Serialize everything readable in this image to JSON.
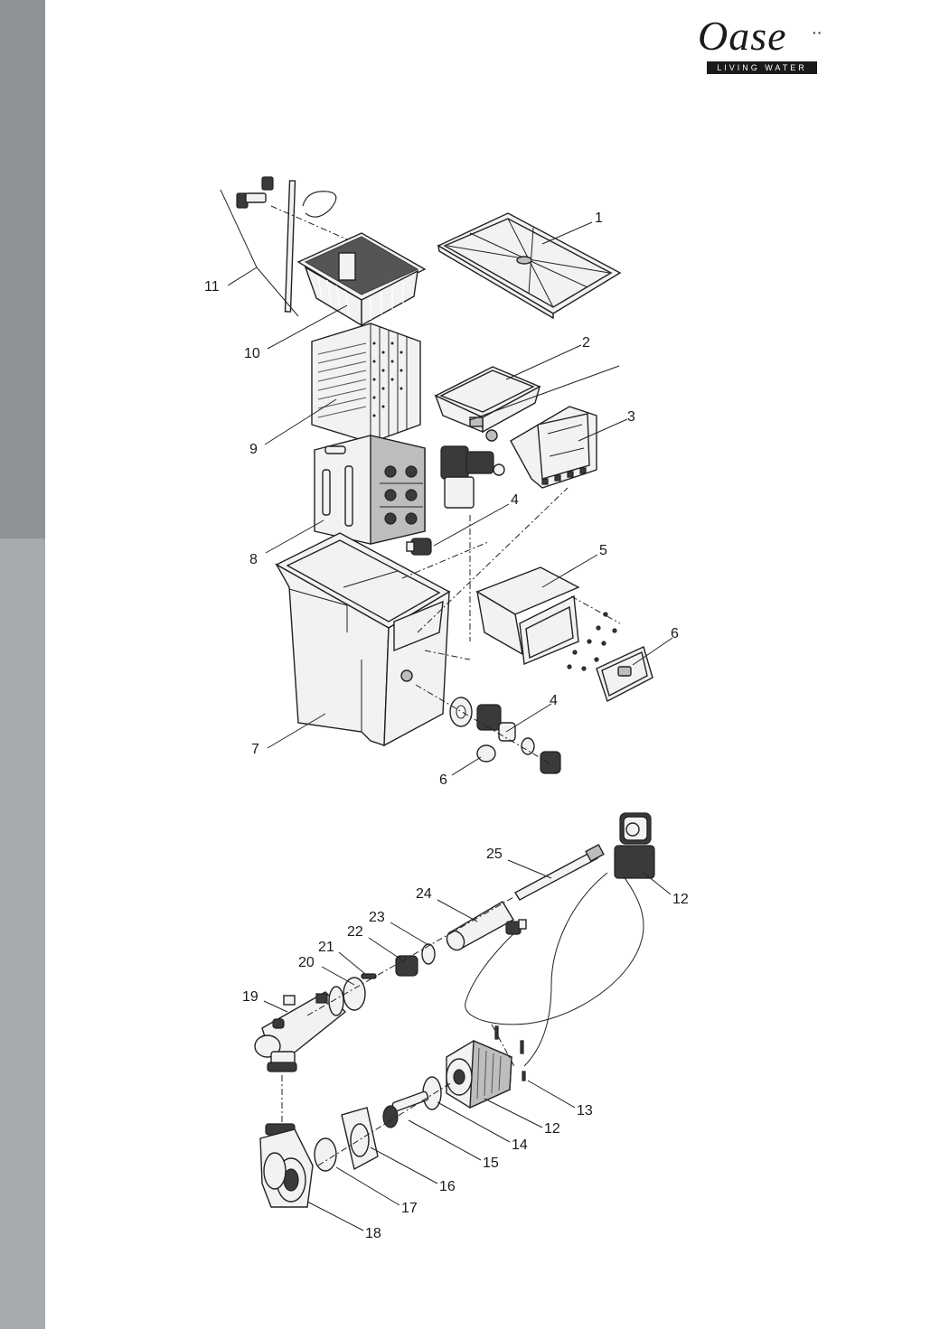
{
  "colors": {
    "side_band_top": "#8e9294",
    "side_band_bottom": "#a6aaac",
    "line": "#222222"
  },
  "logo": {
    "brand": "Oase",
    "tagline": "LIVING WATER"
  },
  "callouts": {
    "c1": "1",
    "c2": "2",
    "c3": "3",
    "c4a": "4",
    "c4b": "4",
    "c5": "5",
    "c6a": "6",
    "c6b": "6",
    "c7": "7",
    "c8": "8",
    "c9": "9",
    "c10": "10",
    "c11": "11",
    "c12a": "12",
    "c12b": "12",
    "c13": "13",
    "c14": "14",
    "c15": "15",
    "c16": "16",
    "c17": "17",
    "c18": "18",
    "c19": "19",
    "c20": "20",
    "c21": "21",
    "c22": "22",
    "c23": "23",
    "c24": "24",
    "c25": "25"
  }
}
